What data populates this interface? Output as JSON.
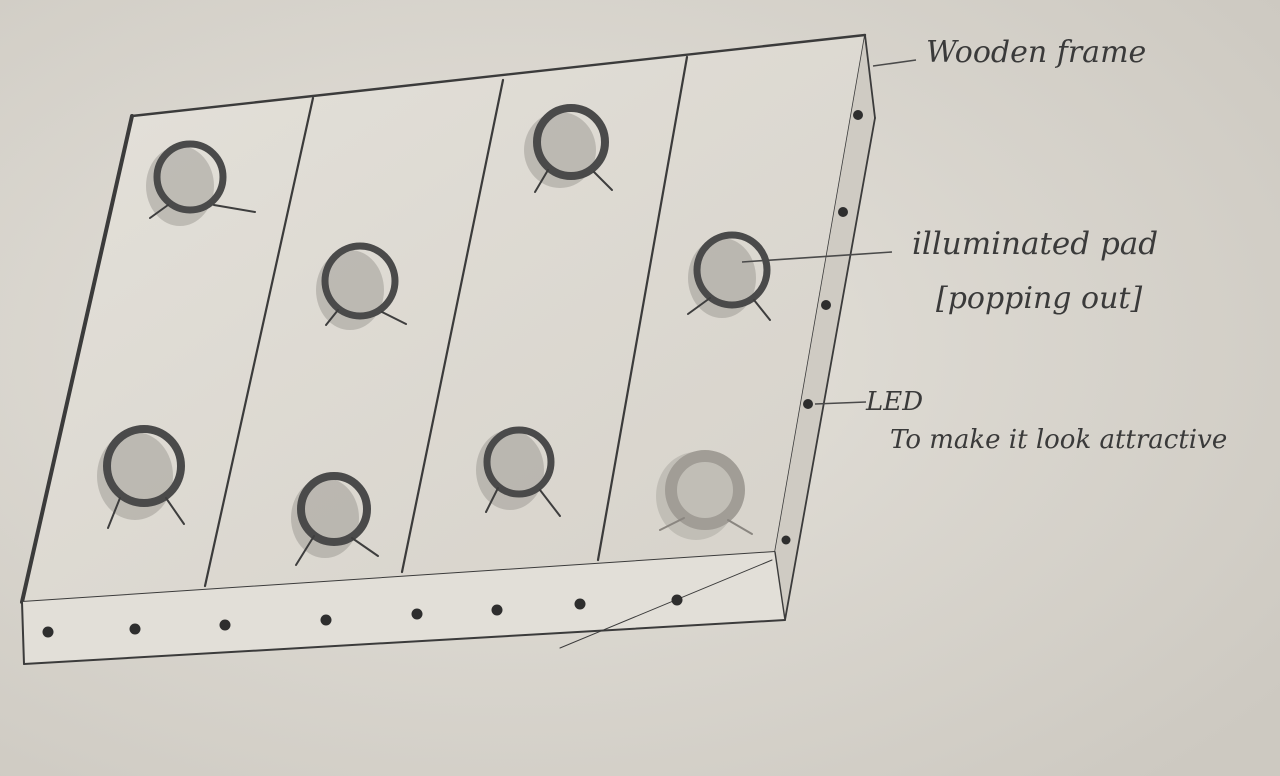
{
  "annotations": {
    "wooden_frame": "Wooden frame",
    "pad_line1": "illuminated pad",
    "pad_line2": "[popping out]",
    "led": "LED",
    "led_note": "To make it look attractive"
  },
  "pads": [
    {
      "id": "pad-1",
      "lit": false
    },
    {
      "id": "pad-2",
      "lit": false
    },
    {
      "id": "pad-3",
      "lit": false
    },
    {
      "id": "pad-4",
      "lit": false
    },
    {
      "id": "pad-5",
      "lit": false
    },
    {
      "id": "pad-6",
      "lit": false
    },
    {
      "id": "pad-7",
      "lit": false
    },
    {
      "id": "pad-8",
      "lit": true
    }
  ],
  "colors": {
    "paper": "#d9d6cf",
    "pencil": "#3b3b3b",
    "lit_pad": "#9a968f"
  }
}
